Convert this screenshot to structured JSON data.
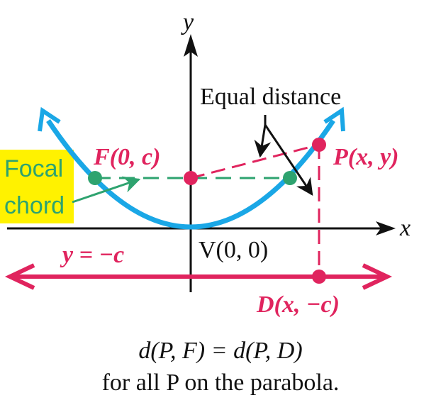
{
  "labels": {
    "y_axis": "y",
    "x_axis": "x",
    "equal_distance": "Equal distance",
    "focus": "F(0, c)",
    "point": "P(x, y)",
    "vertex": "V(0, 0)",
    "directrix": "y = −c",
    "directrix_point": "D(x, −c)",
    "focal_line1": "Focal",
    "focal_line2": "chord"
  },
  "caption": {
    "line1": "d(P, F) = d(P, D)",
    "line2": "for all P on the parabola."
  },
  "colors": {
    "parabola": "#1aa7e6",
    "magenta": "#e0245e",
    "focal": "#2ea36f",
    "highlight": "#fff200",
    "axis": "#111111"
  }
}
